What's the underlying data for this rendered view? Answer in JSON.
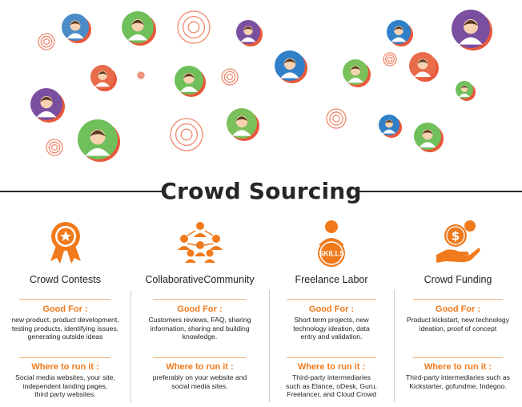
{
  "title": "Crowd Sourcing",
  "accent": "#f07a1c",
  "columns": [
    {
      "icon": "award-ribbon-icon",
      "name": "Crowd Contests",
      "good_for_heading": "Good For :",
      "good_for": [
        "new product, product development,",
        "testing products, identifying issues,",
        "generating outside ideas"
      ],
      "where_heading": "Where to run it :",
      "where": [
        "Social media websites, your site,",
        "independent landing pages,",
        "third party websites."
      ]
    },
    {
      "icon": "community-network-icon",
      "name": "CollaborativeCommunity",
      "good_for_heading": "Good For :",
      "good_for": [
        "Customers reviews, FAQ, sharing",
        "information, sharing and building",
        "knowledge."
      ],
      "where_heading": "Where to run it :",
      "where": [
        "preferably on your website and",
        "social media sites."
      ]
    },
    {
      "icon": "skills-worker-icon",
      "icon_text": "SKILLS",
      "name": "Freelance Labor",
      "good_for_heading": "Good For :",
      "good_for": [
        "Short term projects, new",
        "technology ideation, data",
        "entry and validation."
      ],
      "where_heading": "Where to run it :",
      "where": [
        "Third-party intermediaries",
        "such as Elance, oDesk, Guru,",
        "Freelancer, and Cloud Crowd"
      ]
    },
    {
      "icon": "hand-money-icon",
      "name": "Crowd Funding",
      "good_for_heading": "Good For :",
      "good_for": [
        "Product kickstart, new technology",
        "ideation, proof of concept"
      ],
      "where_heading": "Where to run it :",
      "where": [
        "Third-party intermediaries such as",
        "Kickstarter, gofundme, Indegoo."
      ]
    }
  ]
}
